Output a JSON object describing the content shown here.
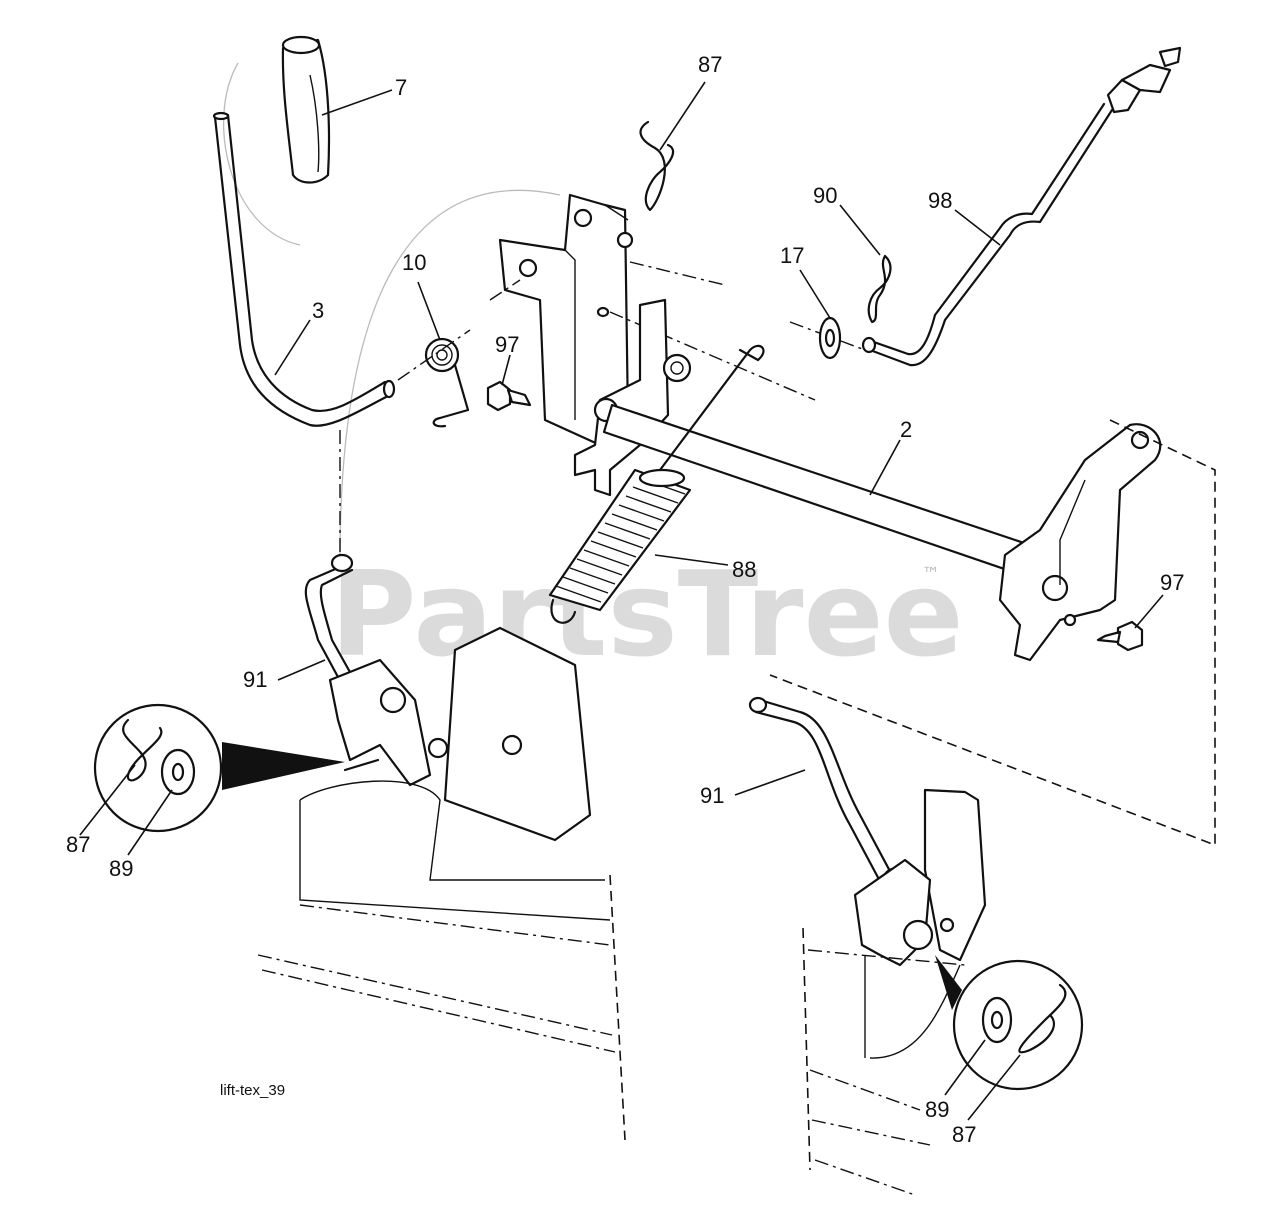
{
  "diagram": {
    "watermark": "PartsTree",
    "watermark_mark": "™",
    "caption": "lift-tex_39",
    "callouts": {
      "c7": "7",
      "c87_top": "87",
      "c90": "90",
      "c98": "98",
      "c17": "17",
      "c10": "10",
      "c3": "3",
      "c97_left": "97",
      "c2": "2",
      "c97_right": "97",
      "c88": "88",
      "c91_left": "91",
      "c87_left": "87",
      "c89_left": "89",
      "c91_right": "91",
      "c89_right": "89",
      "c87_right": "87"
    }
  }
}
